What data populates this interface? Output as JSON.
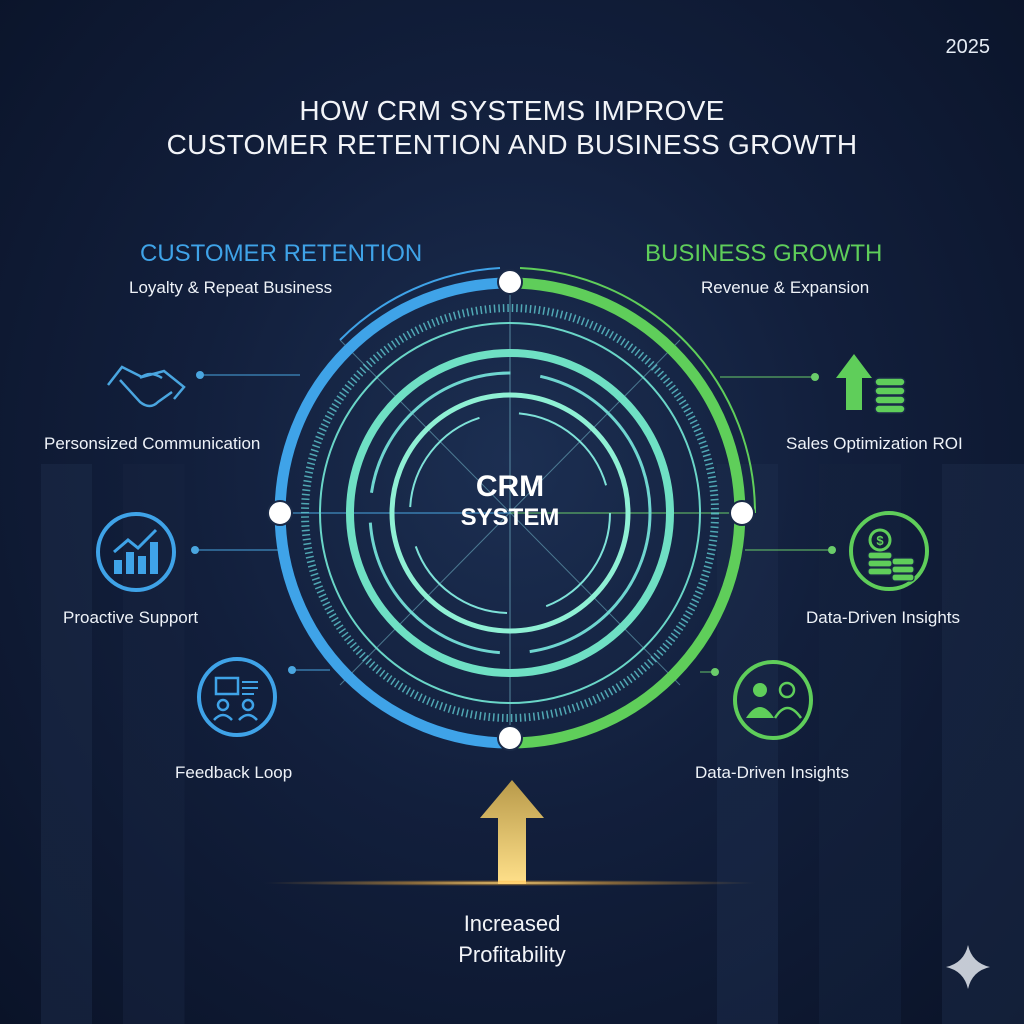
{
  "year": "2025",
  "title": {
    "line1": "HOW CRM SYSTEMS IMPROVE",
    "line2": "CUSTOMER RETENTION AND BUSINESS GROWTH"
  },
  "retention": {
    "heading": "CUSTOMER RETENTION",
    "subheading": "Loyalty & Repeat Business",
    "color": "#3fa3e8",
    "items": [
      {
        "label": "Personsized Communication",
        "icon": "handshake-icon"
      },
      {
        "label": "Proactive Support",
        "icon": "growth-chart-icon"
      },
      {
        "label": "Feedback Loop",
        "icon": "feedback-icon"
      }
    ]
  },
  "growth": {
    "heading": "BUSINESS GROWTH",
    "subheading": "Revenue & Expansion",
    "color": "#5fce5a",
    "items": [
      {
        "label": "Sales Optimization ROI",
        "icon": "arrow-up-coins-icon"
      },
      {
        "label": "Data-Driven Insights",
        "icon": "dollar-coins-icon"
      },
      {
        "label": "Data-Driven Insights",
        "icon": "team-icon"
      }
    ]
  },
  "center": {
    "line1": "CRM",
    "line2": "SYSTEM"
  },
  "outcome": {
    "line1": "Increased",
    "line2": "Profitability",
    "color": "#f2c94c"
  }
}
